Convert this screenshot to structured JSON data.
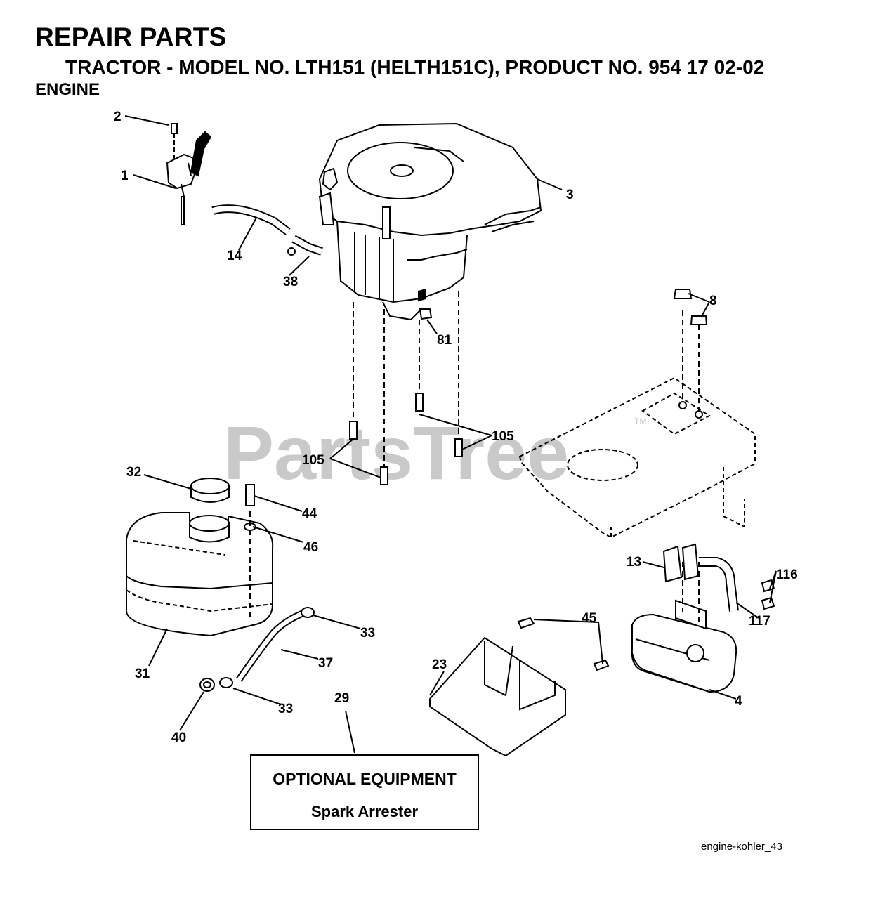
{
  "header": {
    "title": "REPAIR PARTS",
    "subtitle": "TRACTOR - MODEL NO. LTH151 (HELTH151C), PRODUCT NO. 954 17 02-02",
    "section": "ENGINE"
  },
  "watermark": {
    "text": "PartsTree",
    "tm": "TM",
    "color": "#c9c9c9"
  },
  "callouts": {
    "c1": "1",
    "c2": "2",
    "c3": "3",
    "c4": "4",
    "c8": "8",
    "c13": "13",
    "c14": "14",
    "c23": "23",
    "c29": "29",
    "c31": "31",
    "c32": "32",
    "c33a": "33",
    "c33b": "33",
    "c37": "37",
    "c38": "38",
    "c40": "40",
    "c44": "44",
    "c45": "45",
    "c46": "46",
    "c81": "81",
    "c105a": "105",
    "c105b": "105",
    "c116": "116",
    "c117": "117"
  },
  "optional_box": {
    "title": "OPTIONAL EQUIPMENT",
    "subtitle": "Spark Arrester"
  },
  "reference": "engine-kohler_43"
}
